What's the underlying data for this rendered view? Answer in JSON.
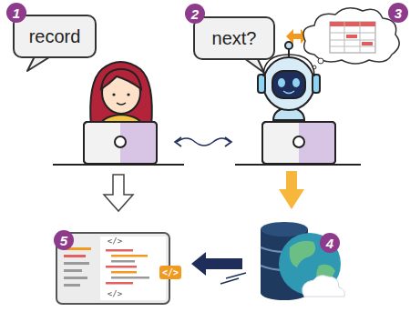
{
  "diagram": {
    "nodes": [
      {
        "text": [
          "record"
        ]
      },
      {
        "text": [
          "next?"
        ]
      }
    ],
    "labels": [
      "1",
      "2",
      "3",
      "4",
      "5",
      "</>",
      "</>",
      "</>"
    ]
  }
}
